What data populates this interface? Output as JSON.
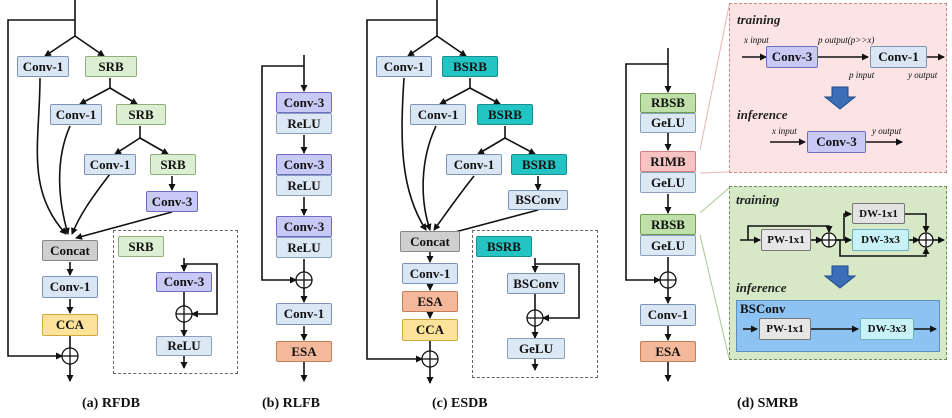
{
  "captions": {
    "a": "(a) RFDB",
    "b": "(b) RLFB",
    "c": "(c) ESDB",
    "d": "(d) SMRB"
  },
  "rfdb": {
    "conv1": "Conv-1",
    "srb": "SRB",
    "conv3": "Conv-3",
    "concat": "Concat",
    "cca": "CCA",
    "inset_title": "SRB",
    "inset_conv3": "Conv-3",
    "inset_relu": "ReLU"
  },
  "rlfb": {
    "conv3": "Conv-3",
    "relu": "ReLU",
    "conv1": "Conv-1",
    "esa": "ESA"
  },
  "esdb": {
    "conv1": "Conv-1",
    "bsrb": "BSRB",
    "bsconv": "BSConv",
    "concat": "Concat",
    "esa": "ESA",
    "cca": "CCA",
    "inset_title": "BSRB",
    "inset_bsconv": "BSConv",
    "inset_gelu": "GeLU"
  },
  "smrb": {
    "rbsb": "RBSB",
    "gelu": "GeLU",
    "rimb": "RIMB",
    "conv1": "Conv-1",
    "esa": "ESA"
  },
  "rimb_panel": {
    "training": "training",
    "inference": "inference",
    "x_input": "x input",
    "p_output": "p output(p>>x)",
    "p_input": "p input",
    "y_output": "y output",
    "conv3": "Conv-3",
    "conv1": "Conv-1"
  },
  "bsconv_panel": {
    "training": "training",
    "inference": "inference",
    "pw": "PW-1x1",
    "dw1": "DW-1x1",
    "dw3": "DW-3x3",
    "bsconv": "BSConv"
  },
  "colors": {
    "conv1": "#dbe6f5",
    "srb": "#dcefd2",
    "conv3": "#c9c9f5",
    "concat": "#cfcfcf",
    "cca": "#fde39a",
    "esa": "#f3b99a",
    "bsrb": "#25c4c4",
    "rbsb": "#bfe0a9",
    "rimb": "#f7c3c3",
    "pink_panel": "#fde4e4",
    "green_panel": "#d6e8c6",
    "blue_panel": "#8dc3f2",
    "arrow_blue": "#3a6fb8"
  }
}
